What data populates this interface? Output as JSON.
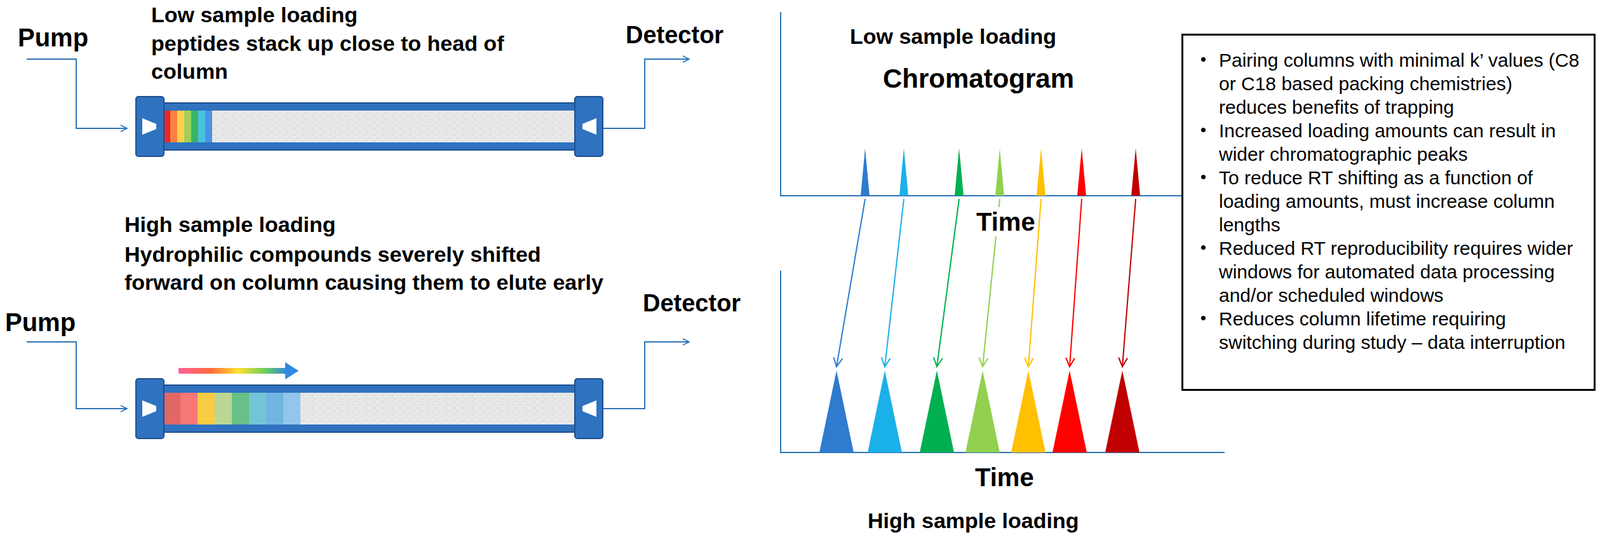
{
  "diagram": {
    "nodes": [
      {
        "text": [
          "Pairing columns with minimal k’ values (C8 or C18 based packing chemistries) reduces benefits of trapping",
          "Increased loading amounts can result in wider chromatographic peaks",
          "To reduce RT shifting as a function of loading amounts, must increase column lengths",
          "Reduced RT reproducibility requires wider windows for automated data processing and/or scheduled windows",
          "Reduces column lifetime requiring switching during study – data interruption"
        ]
      }
    ],
    "labels": [
      "Pump",
      "Low sample loading",
      "peptides stack up close to head of column",
      "Detector",
      "High sample loading",
      "Hydrophilic compounds severely shifted forward on column causing them to elute early",
      "Detector",
      "Pump",
      "Low sample loading",
      "Chromatogram",
      "Time",
      "Time",
      "High sample loading"
    ]
  }
}
